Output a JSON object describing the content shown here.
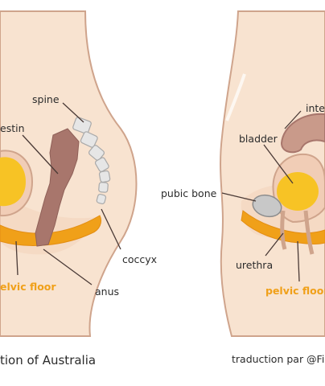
{
  "left_panel": {
    "labels": {
      "spine": "spine",
      "intestine": "estin",
      "coccyx": "coccyx",
      "anus": "anus",
      "pelvic_floor": "elvic floor"
    },
    "credit": "tion of Australia"
  },
  "right_panel": {
    "labels": {
      "intestine": "inte",
      "bladder": "bladder",
      "pubic_bone": "pubic bone",
      "urethra": "urethra",
      "pelvic_floor": "pelvic floor"
    },
    "credit": "traduction par @Fi"
  },
  "colors": {
    "skin": "#f8e3d0",
    "outline": "#cfa48c",
    "pelvic_floor": "#f0a019",
    "bladder": "#f7c325",
    "intestine": "#a8766c",
    "spine": "#e6e6e6",
    "bone": "#c8c8c8"
  }
}
